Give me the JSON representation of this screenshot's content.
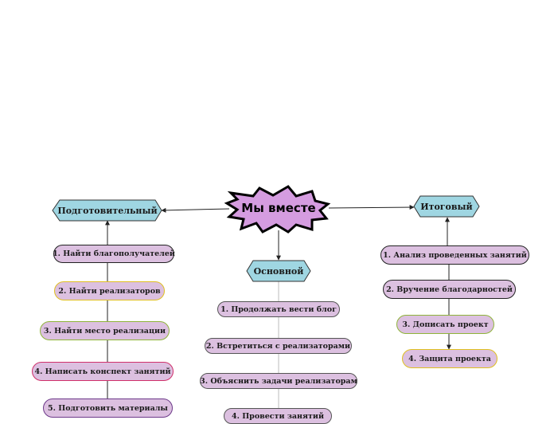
{
  "center": {
    "label": "Мы вместе",
    "fill": "#d59ce0",
    "stroke": "#000000"
  },
  "branches": {
    "left": {
      "label": "Подготовительный",
      "fill": "#9fd6e2"
    },
    "middle": {
      "label": "Основной",
      "fill": "#9fd6e2"
    },
    "right": {
      "label": "Итоговый",
      "fill": "#9fd6e2"
    }
  },
  "left_items": [
    {
      "label": "1. Найти благополучателей",
      "border": "#222222"
    },
    {
      "label": "2. Найти реализаторов",
      "border": "#e0c020"
    },
    {
      "label": "3. Найти место реализации",
      "border": "#8fb43a"
    },
    {
      "label": "4. Написать конспект занятий",
      "border": "#d0306a"
    },
    {
      "label": "5. Подготовить  материалы",
      "border": "#6d3a8a"
    }
  ],
  "middle_items": [
    {
      "label": "1. Продолжать вести блог",
      "border": "#555555"
    },
    {
      "label": "2. Встретиться с реализаторами",
      "border": "#555555"
    },
    {
      "label": "3. Объяснить задачи реализаторам",
      "border": "#555555"
    },
    {
      "label": "4. Провести занятий",
      "border": "#555555"
    }
  ],
  "right_items": [
    {
      "label": "1. Анализ проведенных занятий",
      "border": "#222222"
    },
    {
      "label": "2. Вручение благодарностей",
      "border": "#222222"
    },
    {
      "label": "3. Дописать проект",
      "border": "#8fb43a"
    },
    {
      "label": "4. Защита проекта",
      "border": "#e0c020"
    }
  ],
  "colors": {
    "pill_fill": "#dcc0e0",
    "connector": "#222222",
    "middle_connector": "#bbbbbb"
  }
}
